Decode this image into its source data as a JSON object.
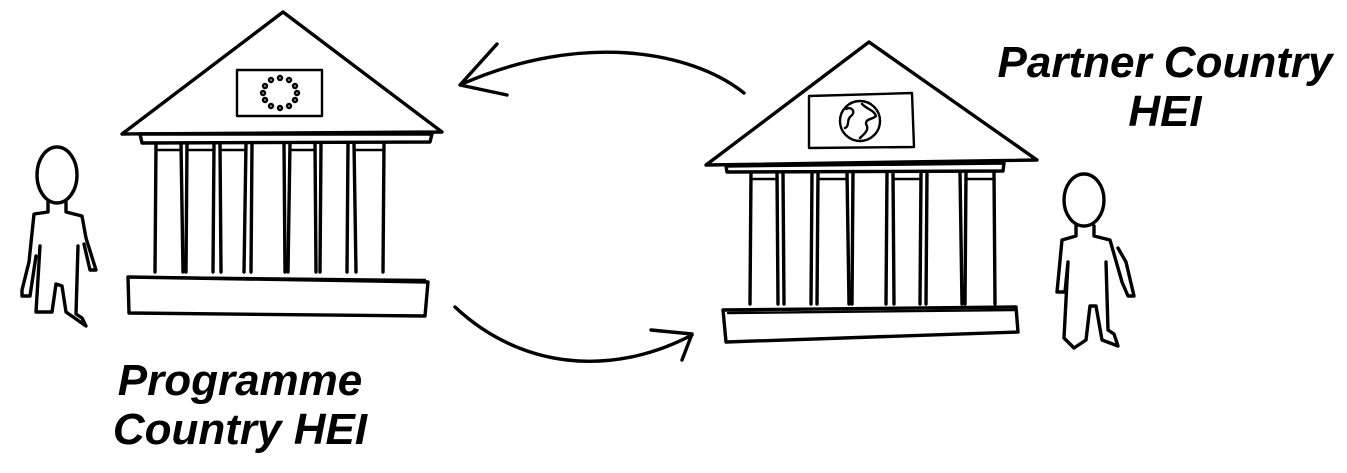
{
  "labels": {
    "programme": {
      "line1": "Programme",
      "line2": "Country HEI"
    },
    "partner": {
      "line1": "Partner Country",
      "line2": "HEI"
    }
  },
  "colors": {
    "ink": "#000000",
    "background": "#ffffff"
  },
  "icons": {
    "left_building_emblem": "eu-flag-icon",
    "right_building_emblem": "globe-flag-icon",
    "exchange_arrows": "circular-exchange-arrows"
  }
}
